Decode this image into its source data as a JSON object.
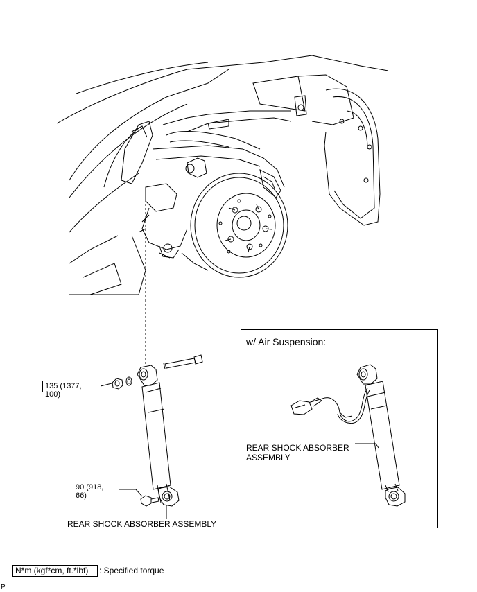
{
  "torque_main_nut": "135 (1377, 100)",
  "torque_lower_bolt_line1": "90 (918,",
  "torque_lower_bolt_line2": "66)",
  "main_part_label": "REAR SHOCK ABSORBER ASSEMBLY",
  "inset_title": "w/ Air Suspension:",
  "inset_part_label_line1": "REAR SHOCK ABSORBER",
  "inset_part_label_line2": "ASSEMBLY",
  "legend_box": "N*m (kgf*cm, ft.*lbf)",
  "legend_text": ": Specified torque",
  "corner_code": "P"
}
